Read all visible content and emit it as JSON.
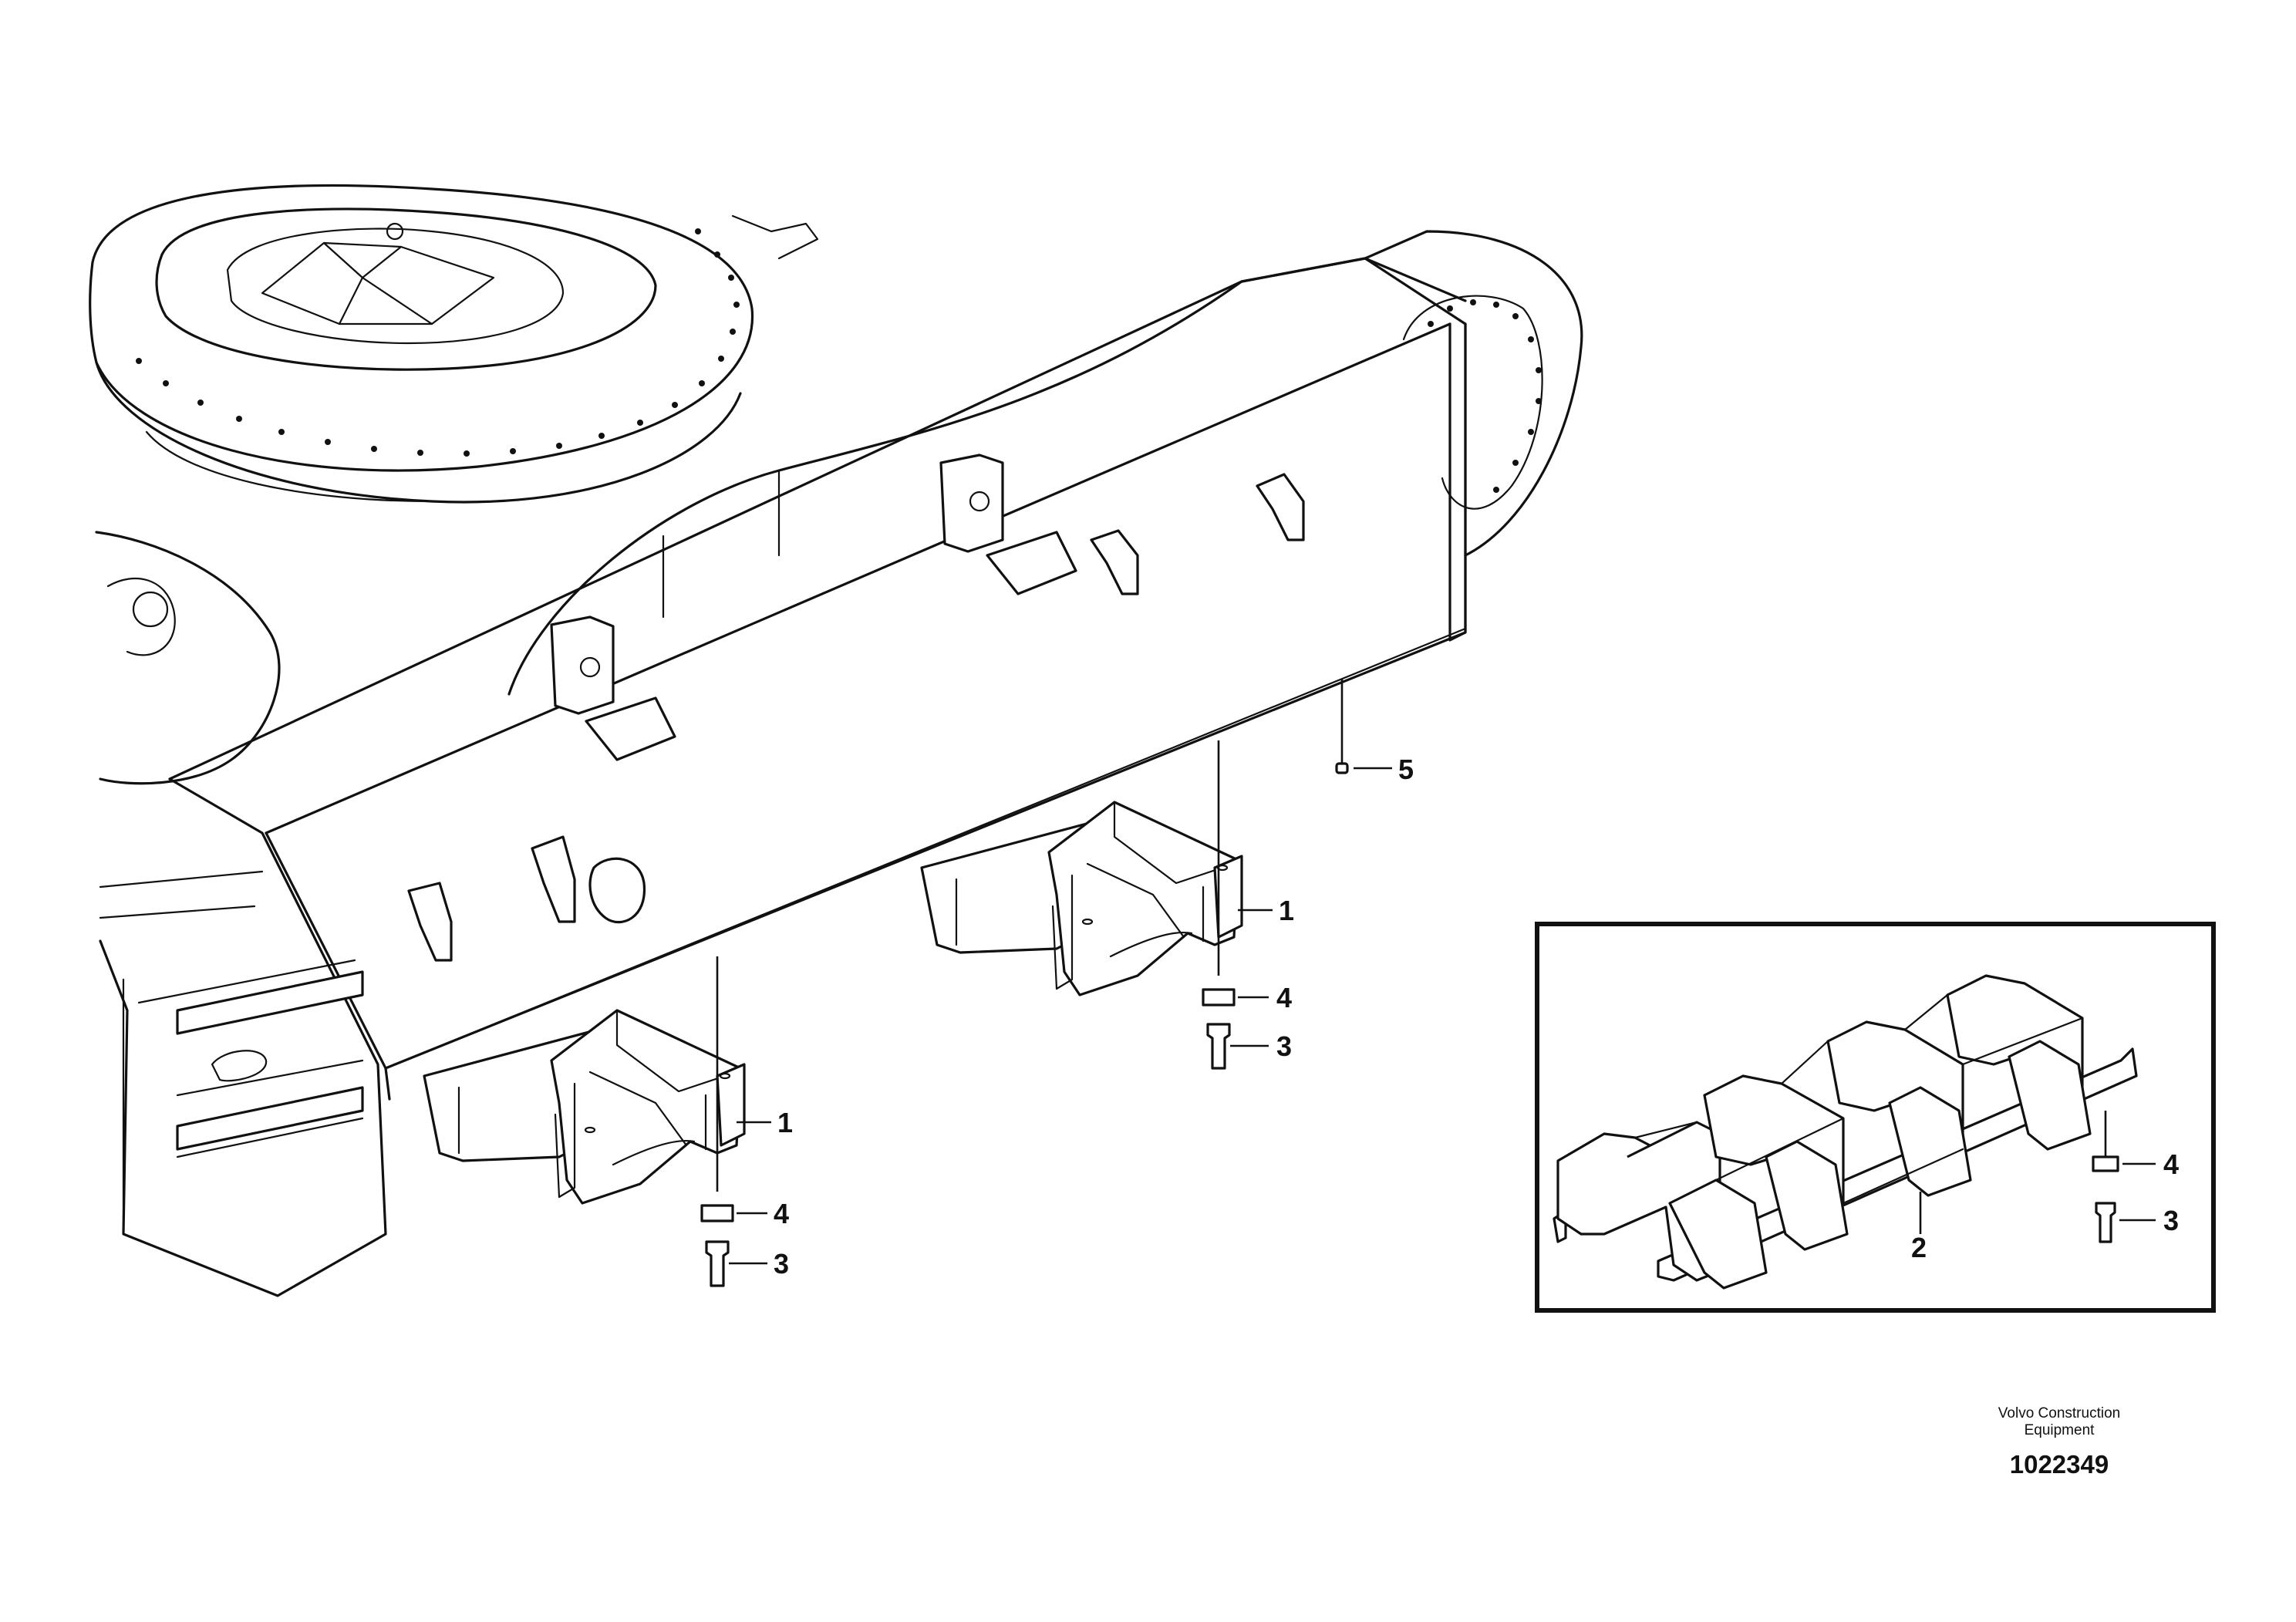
{
  "callouts": {
    "c1a": "1",
    "c1b": "1",
    "c2": "2",
    "c3a": "3",
    "c3b": "3",
    "c3c": "3",
    "c4a": "4",
    "c4b": "4",
    "c4c": "4",
    "c5": "5"
  },
  "footer": {
    "maker_line1": "Volvo Construction",
    "maker_line2": "Equipment",
    "drawing_number": "1022349"
  }
}
